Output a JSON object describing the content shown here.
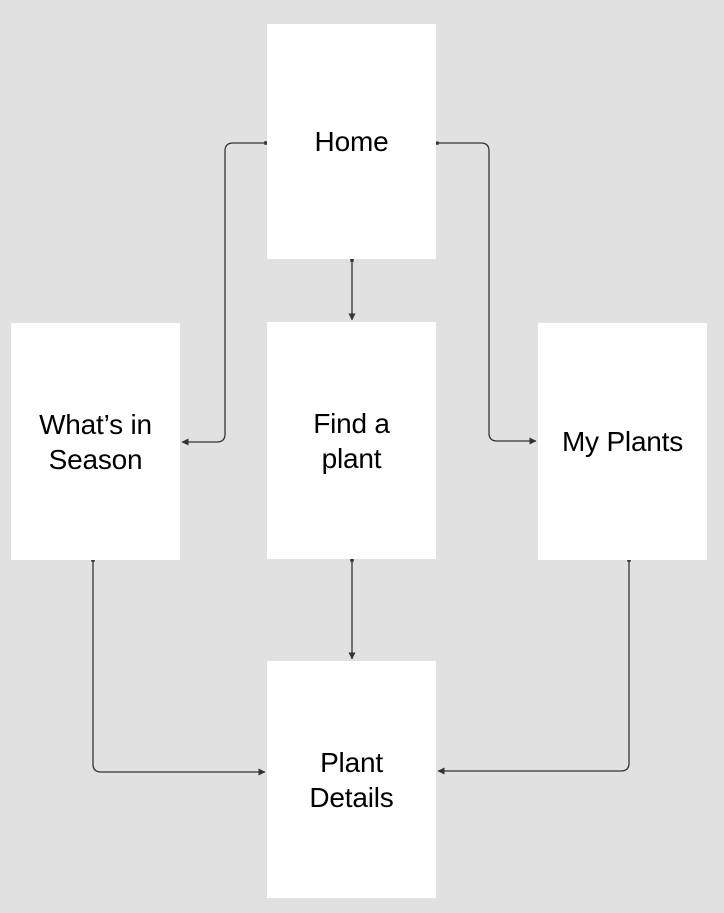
{
  "diagram": {
    "type": "sitemap-flowchart",
    "nodes": [
      {
        "id": "home",
        "label": "Home"
      },
      {
        "id": "whats-in-season",
        "label": "What’s in\nSeason"
      },
      {
        "id": "find-a-plant",
        "label": "Find a\nplant"
      },
      {
        "id": "my-plants",
        "label": "My Plants"
      },
      {
        "id": "plant-details",
        "label": "Plant\nDetails"
      }
    ],
    "edges": [
      {
        "from": "home",
        "to": "find-a-plant",
        "arrow_at": "find-a-plant"
      },
      {
        "from": "home",
        "to": "whats-in-season",
        "arrow_at": "whats-in-season"
      },
      {
        "from": "home",
        "to": "my-plants",
        "arrow_at": "my-plants"
      },
      {
        "from": "find-a-plant",
        "to": "plant-details",
        "arrow_at": "plant-details"
      },
      {
        "from": "whats-in-season",
        "to": "plant-details",
        "arrow_at": "plant-details"
      },
      {
        "from": "my-plants",
        "to": "plant-details",
        "arrow_at": "plant-details"
      }
    ],
    "colors": {
      "background": "#e1e1e1",
      "node_fill": "#ffffff",
      "connector": "#333333",
      "text": "#000000"
    }
  }
}
